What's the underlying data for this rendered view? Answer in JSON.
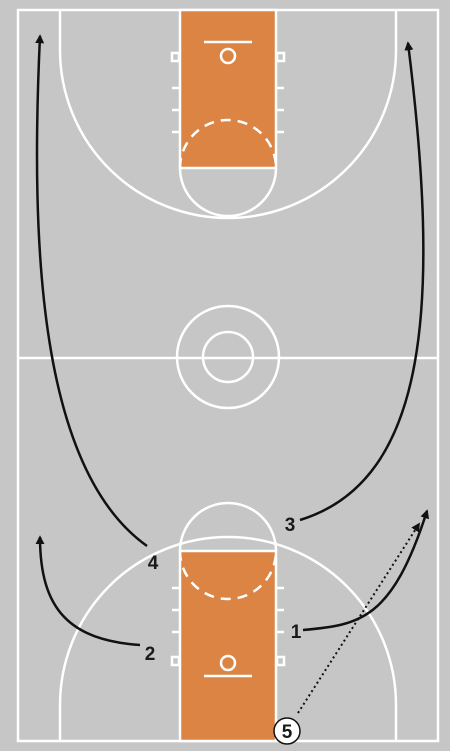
{
  "colors": {
    "floor": "#c6c6c6",
    "paint": "#dc8444",
    "line": "#ffffff",
    "movement": "#111111",
    "outer": "#3a3a3a"
  },
  "players": [
    {
      "label": "1",
      "role": "player"
    },
    {
      "label": "2",
      "role": "player"
    },
    {
      "label": "3",
      "role": "player"
    },
    {
      "label": "4",
      "role": "player"
    },
    {
      "label": "5",
      "role": "ball-handler"
    }
  ],
  "actions": [
    {
      "player": "1",
      "type": "cut"
    },
    {
      "player": "2",
      "type": "cut"
    },
    {
      "player": "3",
      "type": "cut"
    },
    {
      "player": "4",
      "type": "cut"
    },
    {
      "player": "5",
      "type": "pass"
    }
  ]
}
